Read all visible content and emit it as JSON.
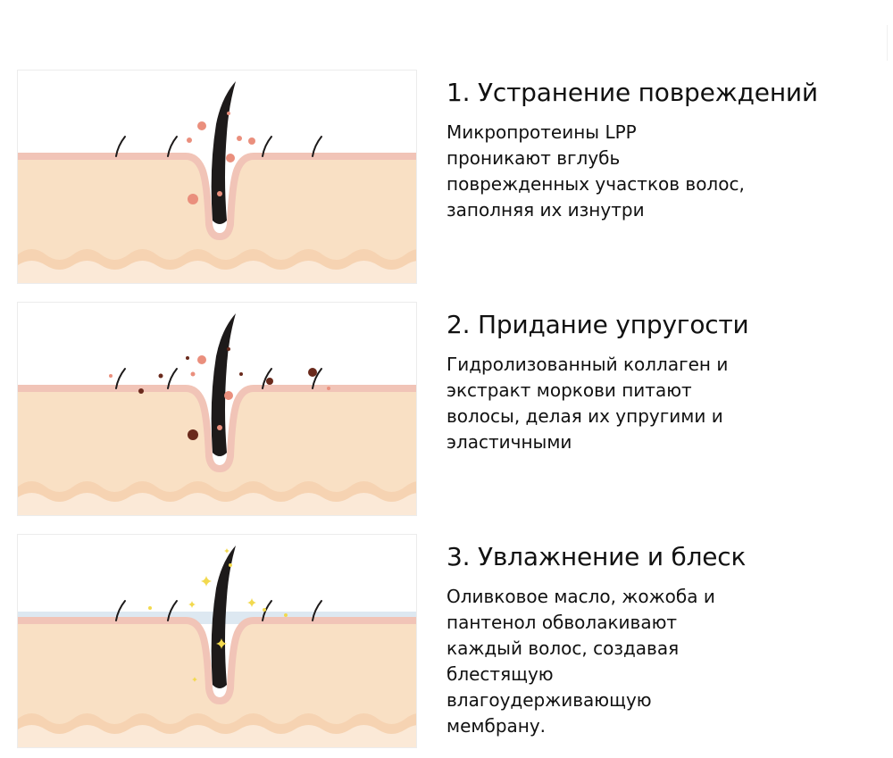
{
  "sections": [
    {
      "title": "1. Устранение повреждений",
      "lines": [
        "Микропротеины LPP",
        "проникают вглубь",
        "поврежденных участков волос,",
        "заполняя их изнутри"
      ],
      "illustration": "hair-follicle-damage-repair"
    },
    {
      "title": "2. Придание упругости",
      "lines": [
        "Гидролизованный коллаген и",
        "экстракт моркови питают",
        "волосы, делая их упругими и",
        "эластичными"
      ],
      "illustration": "hair-follicle-elasticity"
    },
    {
      "title": "3. Увлажнение и блеск",
      "lines": [
        "Оливковое масло, жожоба и",
        "пантенол обволакивают",
        "каждый волос, создавая",
        "блестящую",
        "влагоудерживающую",
        "мембрану."
      ],
      "illustration": "hair-follicle-moisture-shine"
    }
  ],
  "colors": {
    "skin": "#f9e0c4",
    "skin_top": "#f1c4b7",
    "wave": "#f6d3b2",
    "hair": "#1d1a1a",
    "dot_salmon": "#ea8f7d",
    "dot_brown": "#6a2a1c",
    "sparkle": "#f2d94e",
    "moisture": "#dde8f1"
  }
}
